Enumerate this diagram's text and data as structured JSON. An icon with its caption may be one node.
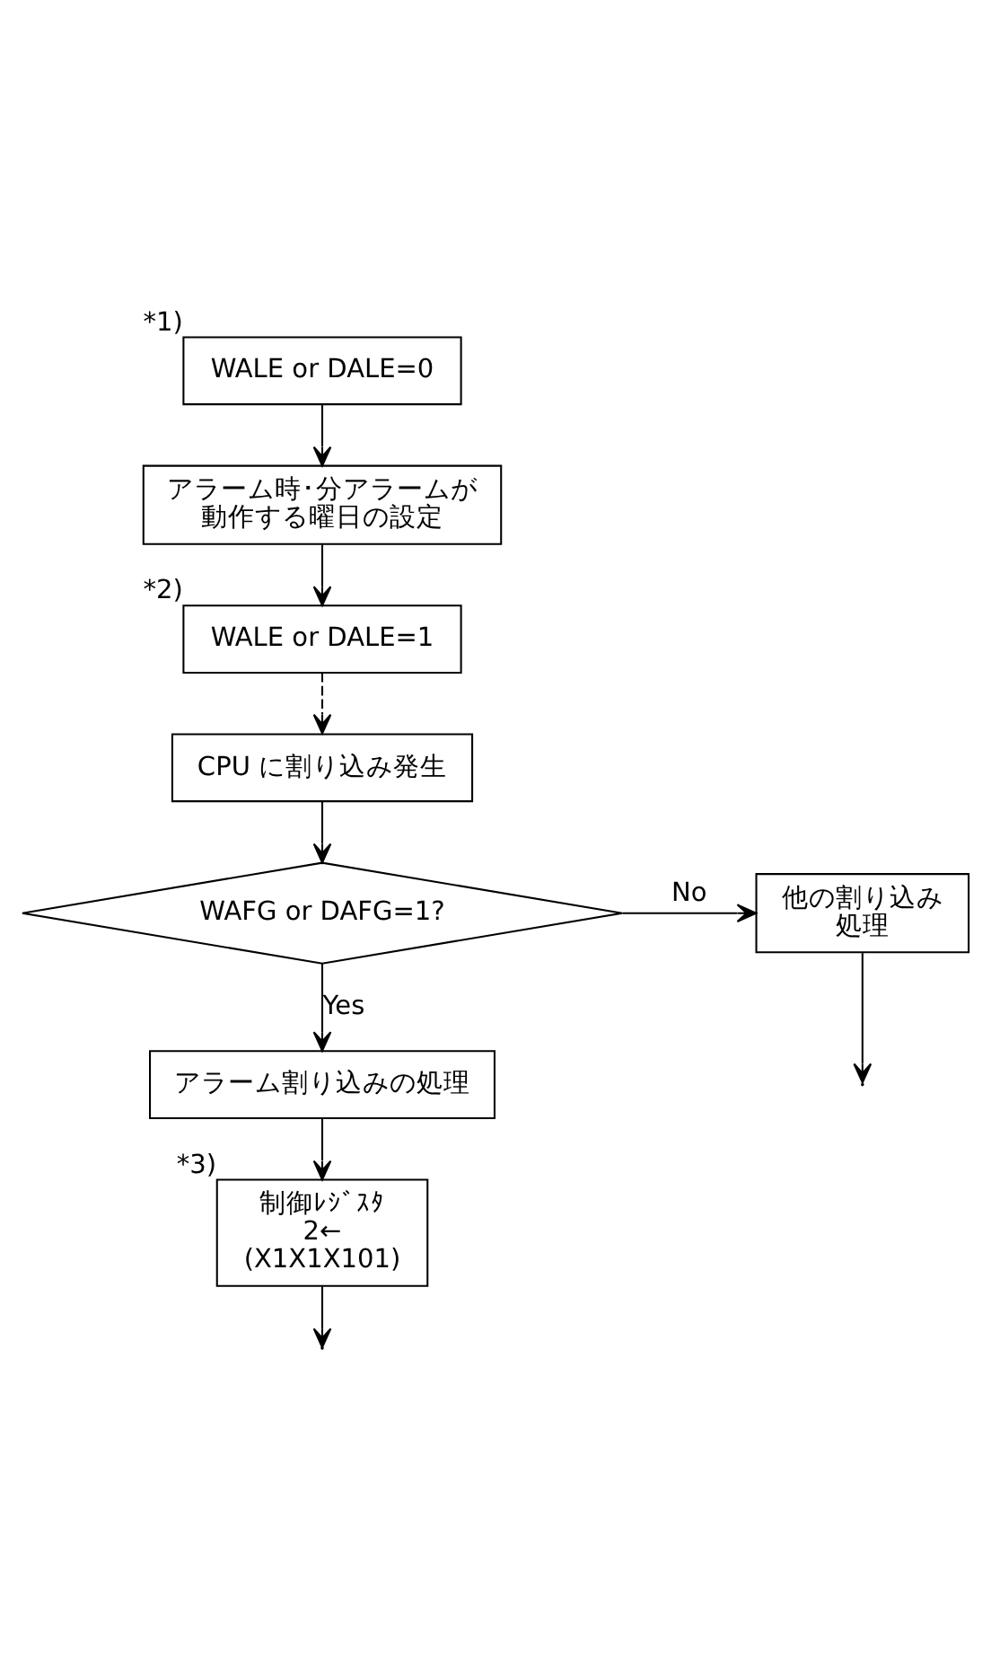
{
  "diagram": {
    "nodes": [
      {
        "text": [
          "WALE or DALE=0"
        ],
        "beside": [
          "*1)"
        ]
      },
      {
        "text": [
          "アラーム時･分アラームが動作する曜日の設定"
        ]
      },
      {
        "text": [
          "WALE or DALE=1"
        ],
        "beside": [
          "*2)"
        ]
      },
      {
        "text": [
          "CPU に割り込み発生"
        ]
      },
      {
        "text": [
          "WAFG or DAFG=1?"
        ]
      },
      {
        "text": [
          "他の割り込み処理"
        ]
      },
      {
        "text": [
          "アラーム割り込みの処理"
        ]
      },
      {
        "text": [
          "制御ﾚｼﾞｽﾀ 2← (X1X1X101)"
        ],
        "beside": [
          "*3)"
        ]
      }
    ],
    "edges": [
      {
        "from": 0,
        "to": 1,
        "arrow": "to"
      },
      {
        "from": 1,
        "to": 2,
        "arrow": "to"
      },
      {
        "from": 2,
        "to": 3,
        "arrow": "to",
        "style": "dashed"
      },
      {
        "from": 3,
        "to": 4,
        "arrow": "to"
      },
      {
        "from": 4,
        "to": 5,
        "arrow": "to",
        "label": "No"
      },
      {
        "from": 4,
        "to": 6,
        "arrow": "to",
        "label": "Yes"
      },
      {
        "from": 6,
        "to": 7,
        "arrow": "to"
      },
      {
        "from": 7,
        "to": null,
        "arrow": "to"
      },
      {
        "from": 5,
        "to": null,
        "arrow": "to"
      }
    ]
  }
}
